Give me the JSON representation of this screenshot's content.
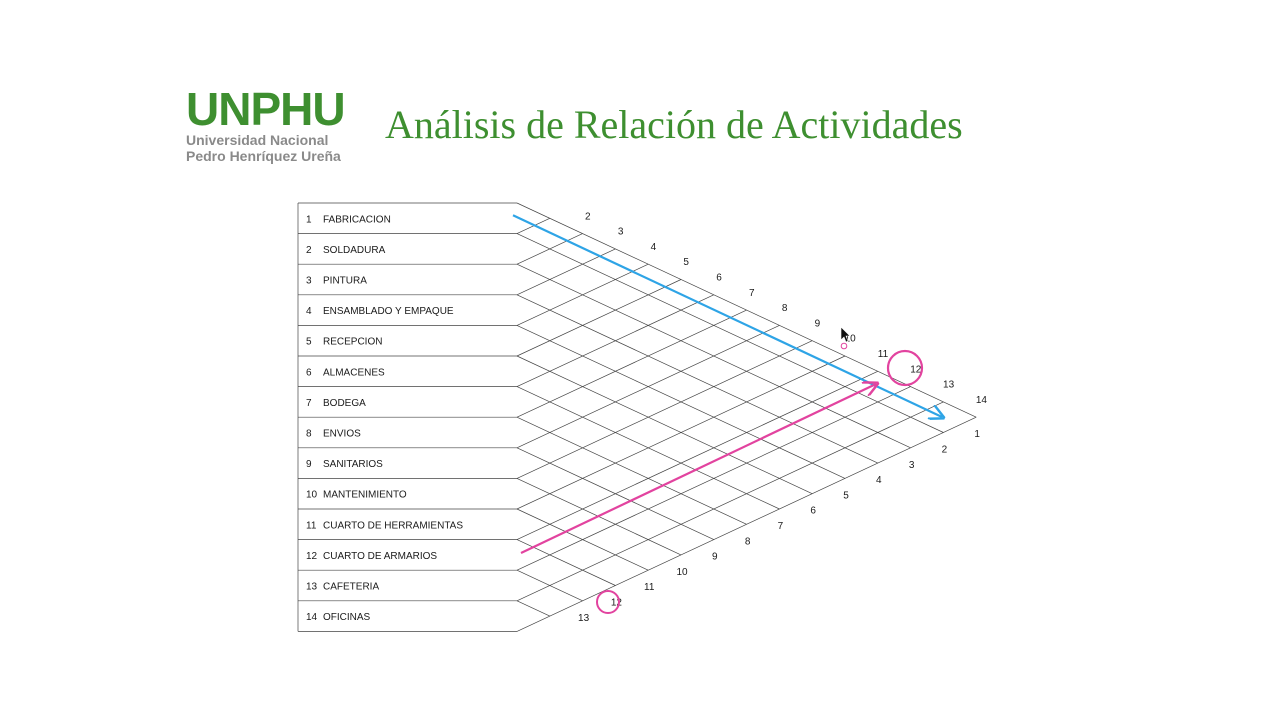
{
  "logo": {
    "wordmark": "UNPHU",
    "line1": "Universidad Nacional",
    "line2": "Pedro Henríquez Ureña"
  },
  "title": "Análisis de Relación de Actividades",
  "activities": [
    {
      "num": "1",
      "name": "FABRICACION"
    },
    {
      "num": "2",
      "name": "SOLDADURA"
    },
    {
      "num": "3",
      "name": "PINTURA"
    },
    {
      "num": "4",
      "name": "ENSAMBLADO Y EMPAQUE"
    },
    {
      "num": "5",
      "name": "RECEPCION"
    },
    {
      "num": "6",
      "name": "ALMACENES"
    },
    {
      "num": "7",
      "name": "BODEGA"
    },
    {
      "num": "8",
      "name": "ENVIOS"
    },
    {
      "num": "9",
      "name": "SANITARIOS"
    },
    {
      "num": "10",
      "name": "MANTENIMIENTO"
    },
    {
      "num": "11",
      "name": "CUARTO DE HERRAMIENTAS"
    },
    {
      "num": "12",
      "name": "CUARTO DE ARMARIOS"
    },
    {
      "num": "13",
      "name": "CAFETERIA"
    },
    {
      "num": "14",
      "name": "OFICINAS"
    }
  ],
  "upper_diagonal_labels": [
    "2",
    "3",
    "4",
    "5",
    "6",
    "7",
    "8",
    "9",
    "10",
    "11",
    "12",
    "13",
    "14"
  ],
  "lower_diagonal_labels": [
    "1",
    "2",
    "3",
    "4",
    "5",
    "6",
    "7",
    "8",
    "9",
    "10",
    "11",
    "12",
    "13"
  ],
  "highlight": {
    "from_activity": "1",
    "to_activity": "12",
    "color_blue": "#2ea4e6",
    "color_pink": "#e2439f"
  }
}
